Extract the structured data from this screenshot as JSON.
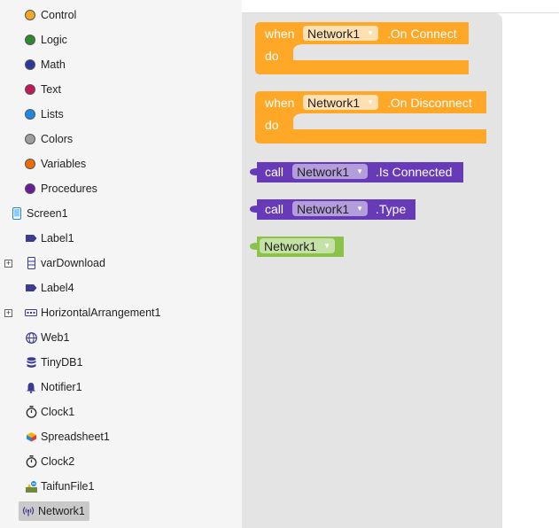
{
  "drawer": {
    "builtins": [
      {
        "label": "Control",
        "color": "#f5a623",
        "name": "control"
      },
      {
        "label": "Logic",
        "color": "#2f8a2f",
        "name": "logic"
      },
      {
        "label": "Math",
        "color": "#2b3a9a",
        "name": "math"
      },
      {
        "label": "Text",
        "color": "#c2185b",
        "name": "text"
      },
      {
        "label": "Lists",
        "color": "#1e88e5",
        "name": "lists"
      },
      {
        "label": "Colors",
        "color": "#9e9e9e",
        "name": "colors"
      },
      {
        "label": "Variables",
        "color": "#ef6c00",
        "name": "variables"
      },
      {
        "label": "Procedures",
        "color": "#6a1b9a",
        "name": "procedures"
      }
    ],
    "components": [
      {
        "label": "Screen1",
        "icon": "phone-icon"
      },
      {
        "label": "Label1",
        "icon": "label-icon"
      },
      {
        "label": "varDownload",
        "icon": "vertical-arrangement-icon"
      },
      {
        "label": "Label4",
        "icon": "label-icon"
      },
      {
        "label": "HorizontalArrangement1",
        "icon": "horizontal-arrangement-icon"
      },
      {
        "label": "Web1",
        "icon": "globe-icon"
      },
      {
        "label": "TinyDB1",
        "icon": "database-icon"
      },
      {
        "label": "Notifier1",
        "icon": "bell-icon"
      },
      {
        "label": "Clock1",
        "icon": "clock-icon"
      },
      {
        "label": "Spreadsheet1",
        "icon": "spreadsheet-icon"
      },
      {
        "label": "Clock2",
        "icon": "clock-icon"
      },
      {
        "label": "TaifunFile1",
        "icon": "taifun-icon"
      },
      {
        "label": "Network1",
        "icon": "network-icon"
      }
    ],
    "selected": "Network1"
  },
  "flyout": {
    "block1": {
      "when": "when",
      "component": "Network1",
      "event": ".On Connect",
      "do": "do"
    },
    "block2": {
      "when": "when",
      "component": "Network1",
      "event": ".On Disconnect",
      "do": "do"
    },
    "block3": {
      "call": "call",
      "component": "Network1",
      "method": ".Is Connected"
    },
    "block4": {
      "call": "call",
      "component": "Network1",
      "method": ".Type"
    },
    "block5": {
      "component": "Network1"
    },
    "dropdown_arrow": "▼",
    "colors": {
      "event": "#ffa726",
      "method": "#673ab7",
      "getter": "#8bc34a"
    }
  }
}
